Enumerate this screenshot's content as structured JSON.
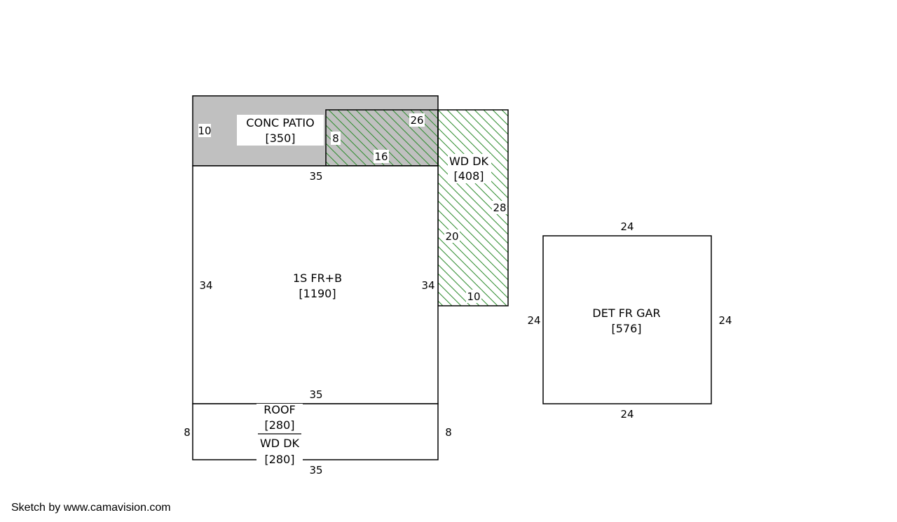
{
  "colors": {
    "outline": "#000000",
    "patio_fill": "#c0c0c0",
    "deck_hatch": "#2e8b2e",
    "background": "#ffffff"
  },
  "areas": {
    "conc_patio": {
      "name": "CONC PATIO",
      "area": "[350]"
    },
    "wd_dk_side": {
      "name": "WD DK",
      "area": "[408]"
    },
    "house": {
      "name": "1S FR+B",
      "area": "[1190]"
    },
    "garage": {
      "name": "DET FR GAR",
      "area": "[576]"
    },
    "roof": {
      "name": "ROOF",
      "area": "[280]"
    },
    "wd_dk_front": {
      "name": "WD DK",
      "area": "[280]"
    }
  },
  "dimensions": {
    "patio_left": "10",
    "patio_inner_left": "8",
    "patio_deck_top": "26",
    "patio_deck_bottom": "16",
    "house_top": "35",
    "house_left": "34",
    "house_right": "34",
    "house_bottom": "35",
    "deck_right": "28",
    "deck_left": "20",
    "deck_bottom": "10",
    "garage_top": "24",
    "garage_left": "24",
    "garage_right": "24",
    "garage_bottom": "24",
    "front_left": "8",
    "front_right": "8",
    "front_bottom": "35"
  },
  "footer": "Sketch by www.camavision.com"
}
